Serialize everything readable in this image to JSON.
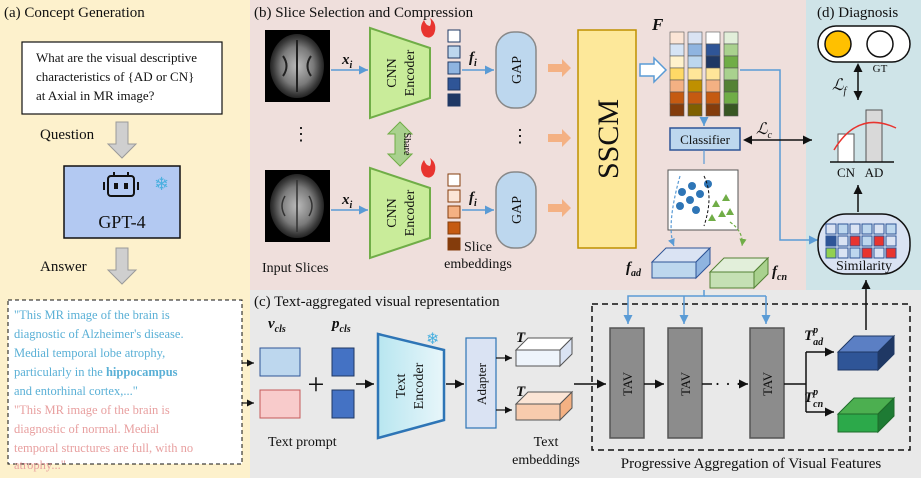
{
  "panels": {
    "a": {
      "title": "(a) Concept Generation"
    },
    "b": {
      "title": "(b) Slice Selection and Compression"
    },
    "c": {
      "title": "(c) Text-aggregated visual representation"
    },
    "d": {
      "title": "(d) Diagnosis"
    }
  },
  "concept": {
    "question_lines": [
      "What are the visual descriptive",
      "characteristics of {AD or CN}",
      "at Axial in MR image?"
    ],
    "question_label": "Question",
    "answer_label": "Answer",
    "gpt_label": "GPT-4",
    "ad_text_lines": [
      "\"This MR image of the brain is",
      "diagnostic of Alzheimer's disease.",
      "Medial temporal lobe atrophy,",
      "particularly in the ",
      "and entorhinal cortex,...\""
    ],
    "ad_text_bold": "hippocampus",
    "cn_text_lines": [
      "\"This MR image of the brain is",
      "diagnostic of normal. Medial",
      "temporal structures are full, with no",
      "atrophy...\""
    ]
  },
  "slice": {
    "input_label": "Input Slices",
    "encoder_label_1": "CNN",
    "encoder_label_2": "Encoder",
    "share_label": "Share",
    "gap_label": "GAP",
    "embeddings_label_1": "Slice",
    "embeddings_label_2": "embeddings",
    "sscm_label": "SSCM",
    "x_sym": "x",
    "x_sub": "i",
    "f_sym": "f",
    "f_sub": "i",
    "F_sym": "F",
    "classifier_label": "Classifier",
    "lc_sym": "ℒ",
    "lc_sub": "c",
    "fad_sym": "f",
    "fad_sub": "ad",
    "fcn_sym": "f",
    "fcn_sub": "cn"
  },
  "text_agg": {
    "v_sym": "v",
    "v_sub": "cls",
    "p_sym": "p",
    "p_sub": "cls",
    "text_prompt_label": "Text prompt",
    "text_encoder_1": "Text",
    "text_encoder_2": "Encoder",
    "adapter_label": "Adapter",
    "t_sym": "T",
    "tad_sub": "ad",
    "tcn_sub": "cn",
    "text_emb_1": "Text",
    "text_emb_2": "embeddings",
    "tav_label": "TAV",
    "dots": "· · ·",
    "progressive_label": "Progressive Aggregation of Visual Features",
    "tp_sup": "p"
  },
  "diagnosis": {
    "gt_label": "GT",
    "lf_sym": "ℒ",
    "lf_sub": "f",
    "cn_label": "CN",
    "ad_label": "AD",
    "similarity_label": "Similarity"
  },
  "colors": {
    "panel_a_bg": "#fdf1cc",
    "panel_b_bg": "#efdfdc",
    "panel_c_bg": "#e9e9e9",
    "panel_d_bg": "#cfe4e8",
    "encoder_green": "#c9ec9a",
    "sscm_yellow": "#fde89a",
    "ad_text": "#5ab0d6",
    "cn_text": "#e8a0a0",
    "arrow_blue": "#5a9bd5",
    "arrow_orange": "#f4b183"
  }
}
